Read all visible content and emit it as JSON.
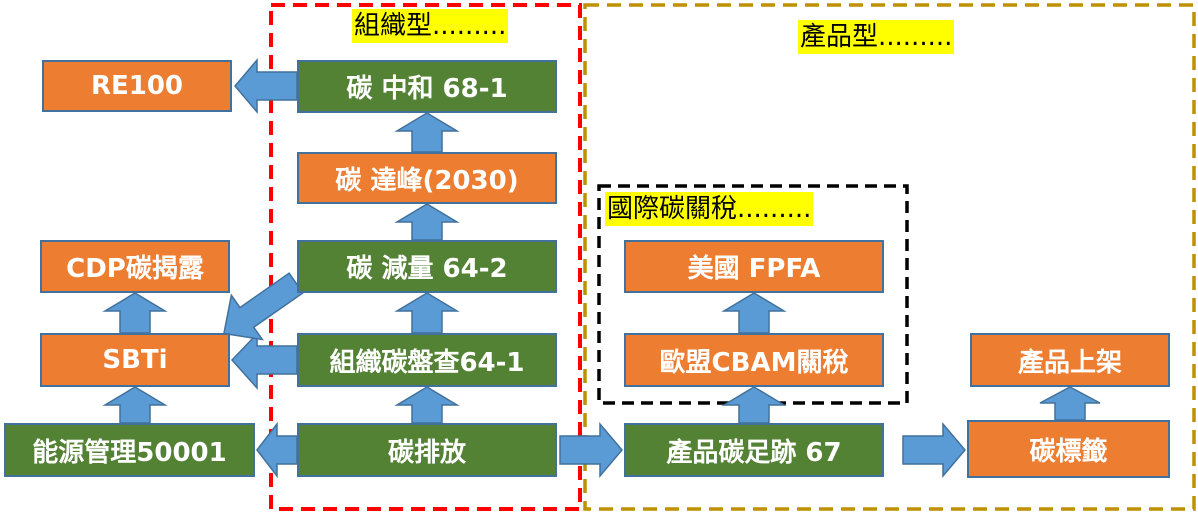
{
  "labels": {
    "organizational": "組織型.........",
    "product": "產品型.........",
    "carbon_tariff": "國際碳關稅........."
  },
  "boxes": {
    "re100": "RE100",
    "carbon_neutral": "碳 中和 68-1",
    "carbon_peak": "碳 達峰(2030)",
    "carbon_reduction": "碳 減量 64-2",
    "org_inventory": "組織碳盤查64-1",
    "carbon_emission": "碳排放",
    "cdp": "CDP碳揭露",
    "sbti": "SBTi",
    "energy_mgmt": "能源管理50001",
    "us_fpfa": "美國 FPFA",
    "eu_cbam": "歐盟CBAM關稅",
    "product_footprint": "產品碳足跡 67",
    "product_launch": "產品上架",
    "carbon_label": "碳標籤"
  },
  "colors": {
    "orange": "#ED7D31",
    "green": "#548235",
    "arrow": "#5B9BD5",
    "red_dash": "#FF0000",
    "gold_dash": "#BF9000",
    "black_dash": "#000000",
    "highlight": "#FFFF00"
  }
}
